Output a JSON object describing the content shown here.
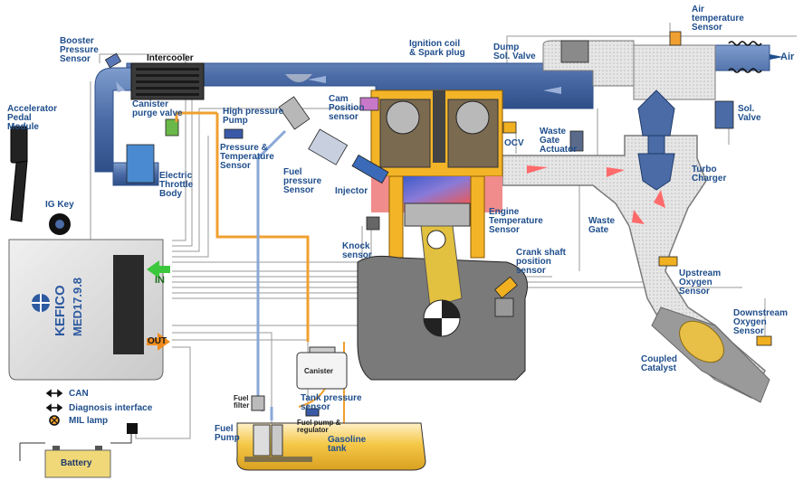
{
  "labels": {
    "booster_pressure_sensor": "Booster\nPressure\nSensor",
    "intercooler": "Intercooler",
    "accelerator_pedal_module": "Accelerator\nPedal\nModule",
    "canister_purge_valve": "Canister\npurge valve",
    "high_pressure_pump": "High pressure\nPump",
    "pressure_temperature_sensor": "Pressure &\nTemperature\nSensor",
    "electric_throttle_body": "Electric\nThrottle\nBody",
    "fuel_pressure_sensor": "Fuel\npressure\nSensor",
    "injector": "Injector",
    "ig_key": "IG Key",
    "ignition_coil": "Ignition coil\n& Spark plug",
    "cam_position_sensor": "Cam\nPosition\nsensor",
    "dump_sol_valve": "Dump\nSol. Valve",
    "air_temperature_sensor": "Air\ntemperature\nSensor",
    "air": "Air",
    "sol_valve": "Sol.\nValve",
    "waste_gate_actuator": "Waste\nGate\nActuator",
    "ocv": "OCV",
    "turbo_charger": "Turbo\nCharger",
    "waste_gate": "Waste\nGate",
    "engine_temperature_sensor": "Engine\nTemperature\nSensor",
    "knock_sensor": "Knock\nsensor",
    "crank_shaft_position_sensor": "Crank shaft\nposition\nsensor",
    "upstream_oxygen_sensor": "Upstream\nOxygen\nSensor",
    "downstream_oxygen_sensor": "Downstream\nOxygen\nSensor",
    "coupled_catalyst": "Coupled\nCatalyst",
    "canister": "Canister",
    "tank_pressure_sensor": "Tank pressure\nsensor",
    "fuel_filter": "Fuel\nfilter",
    "fuel_pump_regulator": "Fuel pump &\nregulator",
    "gasoline_tank": "Gasoline\ntank",
    "fuel_pump": "Fuel\nPump",
    "can": "CAN",
    "diagnosis_interface": "Diagnosis interface",
    "mil_lamp": "MIL lamp",
    "battery": "Battery"
  },
  "ecu": {
    "brand": "KEFICO",
    "model": "MED17.9.8",
    "in_label": "IN",
    "out_label": "OUT"
  },
  "colors": {
    "label_blue": "#1f4e8c",
    "intake_pipe": "#4b6ea8",
    "exhaust": "#8a8a8a",
    "fuel_line_low": "#f0a030",
    "fuel_line_high": "#8aa8d8",
    "in_arrow": "#3cc83c",
    "out_arrow": "#f08c1e"
  }
}
